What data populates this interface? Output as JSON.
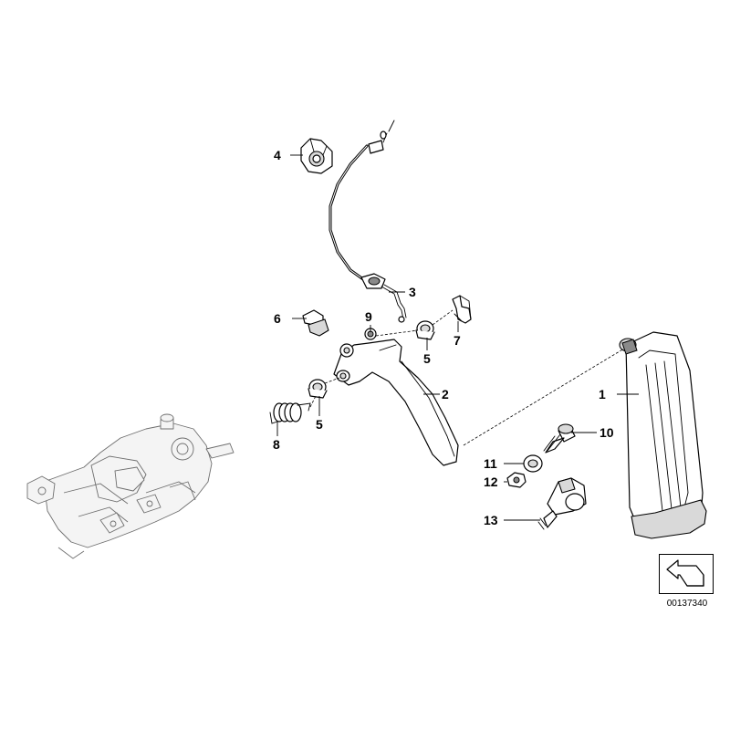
{
  "diagram": {
    "callouts": {
      "c1": "1",
      "c2": "2",
      "c3": "3",
      "c4": "4",
      "c5a": "5",
      "c5b": "5",
      "c6": "6",
      "c7": "7",
      "c8": "8",
      "c9": "9",
      "c10": "10",
      "c11": "11",
      "c12": "12",
      "c13": "13"
    },
    "reference_code": "00137340",
    "icons": {
      "reference_symbol": "arrow-plate-icon"
    },
    "colors": {
      "line": "#000000",
      "background": "#ffffff",
      "shade": "#d9d9d9",
      "ghost": "#6e6e6e"
    }
  }
}
